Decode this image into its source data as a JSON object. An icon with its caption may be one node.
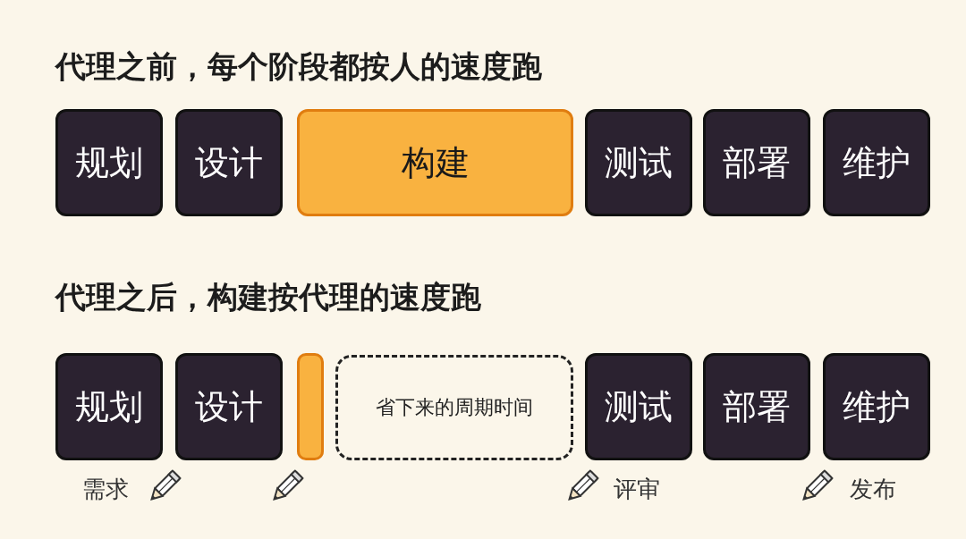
{
  "diagram": {
    "nodes": [
      {
        "text": [
          "规划"
        ]
      },
      {
        "text": [
          "设计"
        ]
      },
      {
        "text": [
          "构建"
        ]
      },
      {
        "text": [
          "测试"
        ]
      },
      {
        "text": [
          "部署"
        ]
      },
      {
        "text": [
          "维护"
        ]
      },
      {
        "text": [
          "规划"
        ]
      },
      {
        "text": [
          "设计"
        ]
      },
      {
        "text": [],
        "shape": "bar"
      },
      {
        "text": [
          "省下来的周期时间"
        ]
      },
      {
        "text": [
          "测试"
        ]
      },
      {
        "text": [
          "部署"
        ]
      },
      {
        "text": [
          "维护"
        ]
      }
    ],
    "edges": [],
    "labels": [
      "代理之前，每个阶段都按人的速度跑",
      "代理之后，构建按代理的速度跑",
      "需求",
      "评审",
      "发布"
    ]
  }
}
